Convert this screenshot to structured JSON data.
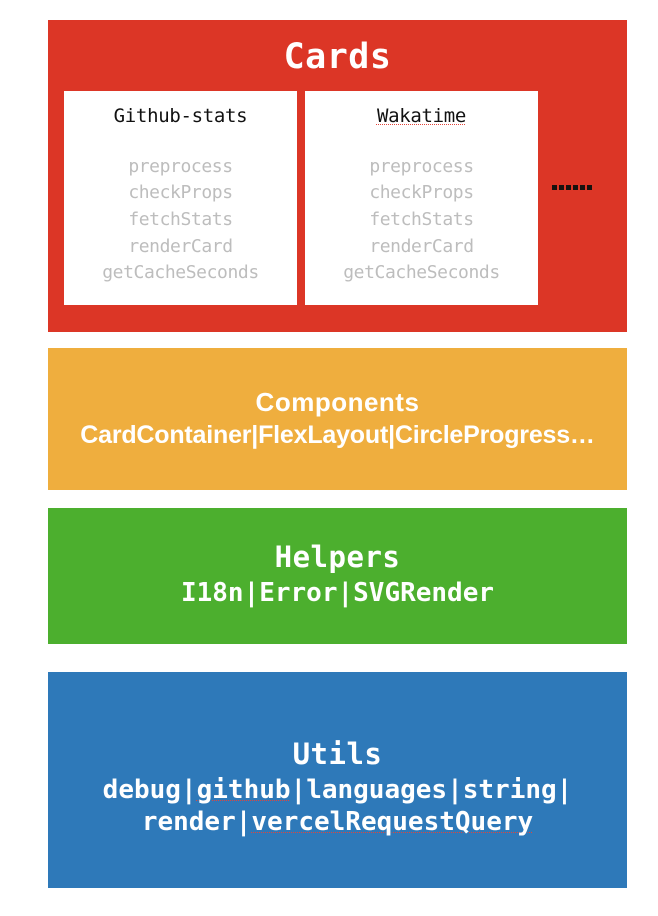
{
  "diagram": {
    "type": "layered-architecture-stack",
    "layers": [
      {
        "id": "cards",
        "title": "Cards",
        "color": "#dc3626",
        "cards": [
          {
            "title": "Github-stats",
            "misspelled": false,
            "methods": [
              "preprocess",
              "checkProps",
              "fetchStats",
              "renderCard",
              "getCacheSeconds"
            ]
          },
          {
            "title": "Wakatime",
            "misspelled": true,
            "methods": [
              "preprocess",
              "checkProps",
              "fetchStats",
              "renderCard",
              "getCacheSeconds"
            ]
          }
        ],
        "more_indicator": {
          "name": "ellipsis",
          "dot_count": 6,
          "color": "#17120f"
        }
      },
      {
        "id": "components",
        "title": "Components",
        "color": "#efae3e",
        "subtitle": "CardContainer|FlexLayout|CircleProgress…",
        "items": [
          "CardContainer",
          "FlexLayout",
          "CircleProgress…"
        ]
      },
      {
        "id": "helpers",
        "title": "Helpers",
        "color": "#4caf2e",
        "subtitle": "I18n|Error|SVGRender",
        "items": [
          "I18n",
          "Error",
          "SVGRender"
        ]
      },
      {
        "id": "utils",
        "title": "Utils",
        "color": "#2e79b9",
        "subtitle_line1": "debug|github|languages|string|",
        "subtitle_line2": "render|vercelRequestQuery",
        "items": [
          "debug",
          "github",
          "languages",
          "string",
          "render",
          "vercelRequestQuery"
        ],
        "misspelled_items": [
          "github",
          "vercelRequestQuery"
        ]
      }
    ]
  }
}
